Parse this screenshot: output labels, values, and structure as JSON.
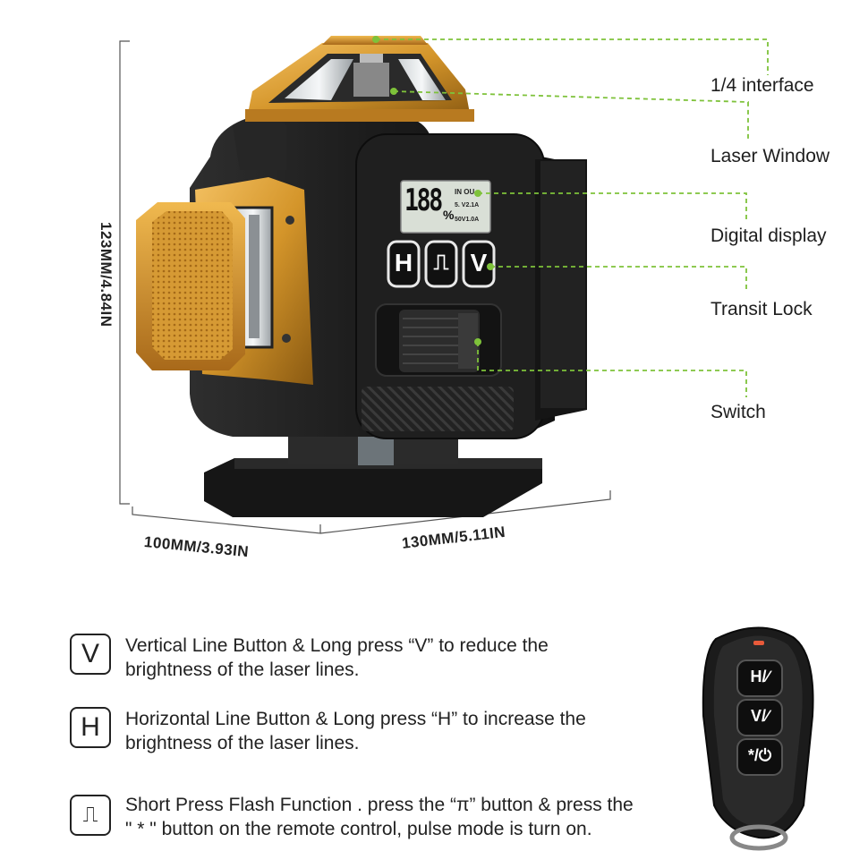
{
  "callouts": {
    "interface": "1/4 interface",
    "laser_window": "Laser Window",
    "digital_display": "Digital display",
    "transit_lock": "Transit Lock",
    "switch": "Switch"
  },
  "dimensions": {
    "height": "123MM/4.84IN",
    "depth": "100MM/3.93IN",
    "width": "130MM/5.11IN"
  },
  "lcd": {
    "digits": "188",
    "percent": "%",
    "line1": "IN OU",
    "line2": "5. V2.1A",
    "line3": "50V1.0A"
  },
  "device_buttons": [
    "H",
    "⎍",
    "V"
  ],
  "legend": [
    {
      "icon": "V",
      "line1": "Vertical Line Button & Long press “V” to reduce the",
      "line2": "brightness of the laser lines."
    },
    {
      "icon": "H",
      "line1": "Horizontal Line Button & Long press “H” to increase the",
      "line2": "brightness of the laser lines."
    },
    {
      "icon": "⎍",
      "line1": "Short Press Flash Function . press the “π” button & press the",
      "line2": "\" * \" button on the remote control, pulse mode is turn on."
    }
  ],
  "remote_buttons": [
    "H/∕",
    "V/∕",
    "*/⏻"
  ],
  "colors": {
    "gold": "#d4952a",
    "dark_gold": "#8a5a12",
    "body_black": "#1c1c1c",
    "callout_green": "#7ec23a",
    "lcd_bg": "#d9dfd6"
  }
}
